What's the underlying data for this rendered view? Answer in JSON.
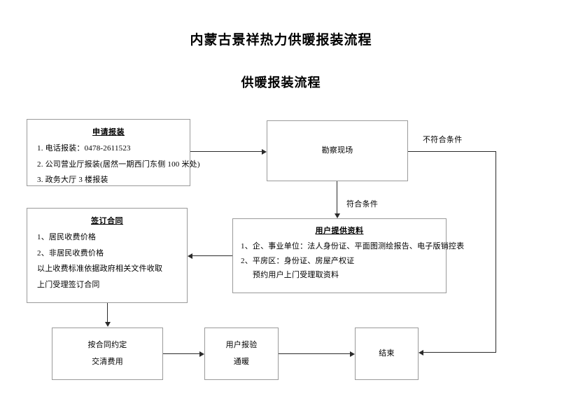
{
  "document": {
    "title": "内蒙古景祥热力供暖报装流程",
    "subtitle": "供暖报装流程"
  },
  "nodes": {
    "apply": {
      "title": "申请报装",
      "lines": [
        "1.  电话报装：0478-2611523",
        "2.  公司营业厅报装(居然一期西门东侧 100 米处)",
        "3.  政务大厅 3 楼报装"
      ]
    },
    "survey": {
      "title": "勘察现场"
    },
    "docs": {
      "title": "用户提供资料",
      "lines": [
        "1、企、事业单位：法人身份证、平面图测绘报告、电子版销控表",
        "2、平房区：身份证、房屋产权证",
        "预约用户上门受理取资料"
      ]
    },
    "contract": {
      "title": "签订合同",
      "lines": [
        "1、居民收费价格",
        "2、非居民收费价格",
        "以上收费标准依据政府相关文件收取",
        "上门受理签订合同"
      ]
    },
    "payment": {
      "line1": "按合同约定",
      "line2": "交清费用"
    },
    "inspect": {
      "line1": "用户报验",
      "line2": "通暖"
    },
    "end": {
      "label": "结束"
    }
  },
  "edges": {
    "not_qualified": "不符合条件",
    "qualified": "符合条件"
  },
  "colors": {
    "line": "#2b2b2b",
    "box_border": "#9a9a9a",
    "text": "#000000",
    "background": "#ffffff"
  }
}
